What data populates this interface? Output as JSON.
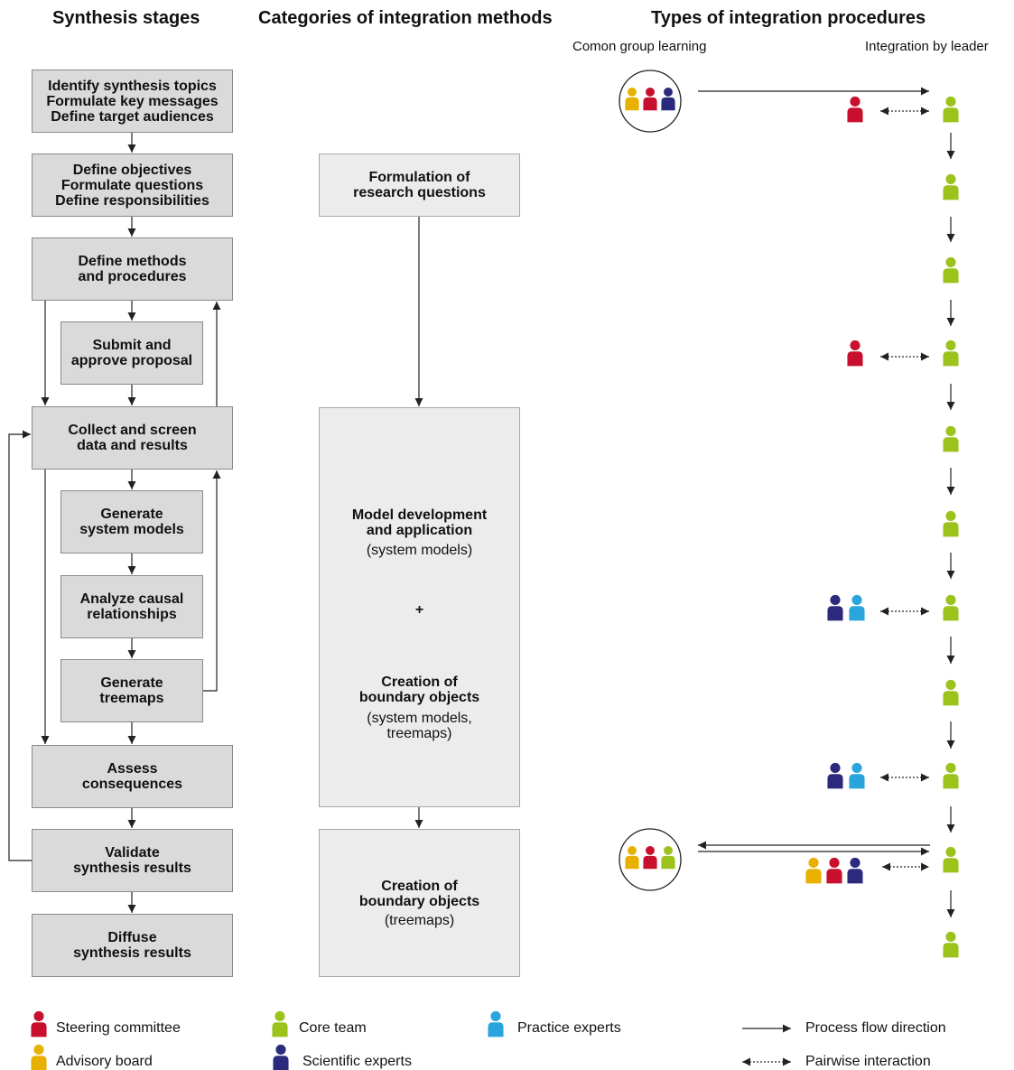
{
  "headers": {
    "synthesis": "Synthesis stages",
    "categories": "Categories of integration methods",
    "types": "Types of integration procedures",
    "common": "Comon group learning",
    "leader": "Integration by leader"
  },
  "stages": [
    {
      "lines": [
        "Identify synthesis topics",
        "Formulate key messages",
        "Define target audiences"
      ]
    },
    {
      "lines": [
        "Define objectives",
        "Formulate questions",
        "Define responsibilities"
      ]
    },
    {
      "lines": [
        "Define methods",
        "and procedures"
      ]
    },
    {
      "lines": [
        "Submit and",
        "approve proposal"
      ]
    },
    {
      "lines": [
        "Collect and screen",
        "data and results"
      ]
    },
    {
      "lines": [
        "Generate",
        "system models"
      ]
    },
    {
      "lines": [
        "Analyze causal",
        "relationships"
      ]
    },
    {
      "lines": [
        "Generate",
        "treemaps"
      ]
    },
    {
      "lines": [
        "Assess",
        "consequences"
      ]
    },
    {
      "lines": [
        "Validate",
        "synthesis results"
      ]
    },
    {
      "lines": [
        "Diffuse",
        "synthesis results"
      ]
    }
  ],
  "methods": {
    "formulation": [
      "Formulation of",
      "research questions"
    ],
    "model_dev": [
      "Model development",
      "and application"
    ],
    "model_dev_note": "(system models)",
    "plus": "+",
    "boundary1": [
      "Creation of",
      "boundary objects"
    ],
    "boundary1_note": [
      "(system models,",
      "treemaps)"
    ],
    "boundary2": [
      "Creation of",
      "boundary objects"
    ],
    "boundary2_note": "(treemaps)"
  },
  "legend": {
    "steering": "Steering committee",
    "advisory": "Advisory board",
    "core": "Core team",
    "scientific": "Scientific experts",
    "practice": "Practice experts",
    "flow": "Process flow direction",
    "pairwise": "Pairwise interaction"
  },
  "colors": {
    "steering": "#c8102e",
    "advisory": "#e8b100",
    "core": "#9bc31c",
    "scientific": "#2c2a7c",
    "practice": "#2aa5dc",
    "box_fill": "#dadada",
    "box_light_fill": "#ececec",
    "arrow": "#222222"
  }
}
